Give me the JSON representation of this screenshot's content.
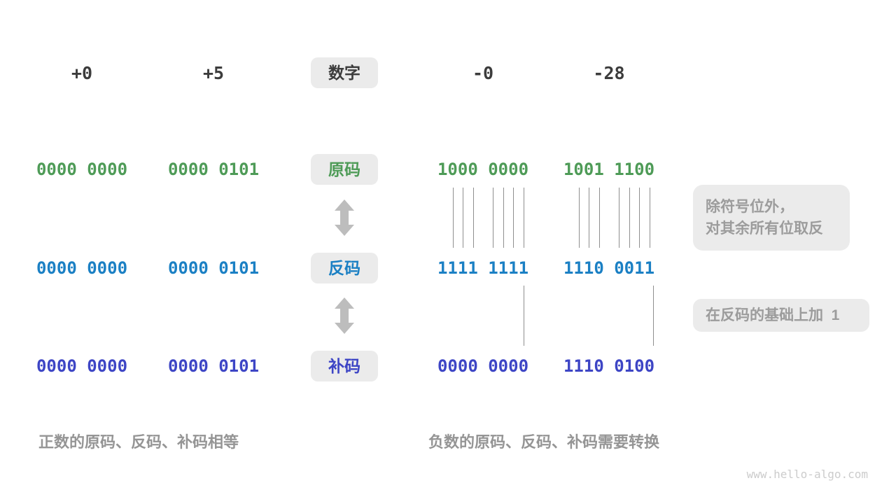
{
  "header": {
    "numbers": [
      "+0",
      "+5",
      "-0",
      "-28"
    ],
    "label": "数字"
  },
  "rows": {
    "sign": {
      "label": "原码",
      "color": "#4e9b57",
      "values": [
        "0000 0000",
        "0000 0101",
        "1000 0000",
        "1001 1100"
      ]
    },
    "ones": {
      "label": "反码",
      "color": "#1b80c4",
      "values": [
        "0000 0000",
        "0000 0101",
        "1111 1111",
        "1110 0011"
      ]
    },
    "twos": {
      "label": "补码",
      "color": "#3d45c5",
      "values": [
        "0000 0000",
        "0000 0101",
        "0000 0000",
        "1110 0100"
      ]
    }
  },
  "annotations": {
    "invert_line1": "除符号位外，",
    "invert_line2": "对其余所有位取反",
    "add_one": "在反码的基础上加  1"
  },
  "captions": {
    "positive": "正数的原码、反码、补码相等",
    "negative": "负数的原码、反码、补码需要转换"
  },
  "watermark": "www.hello-algo.com",
  "colors": {
    "sign_green": "#4e9b57",
    "ones_blue": "#1b80c4",
    "twos_indigo": "#3d45c5",
    "box_gray": "#ebebeb",
    "note_text": "#9c9c9c",
    "arrow_gray": "#bdbdbd"
  }
}
